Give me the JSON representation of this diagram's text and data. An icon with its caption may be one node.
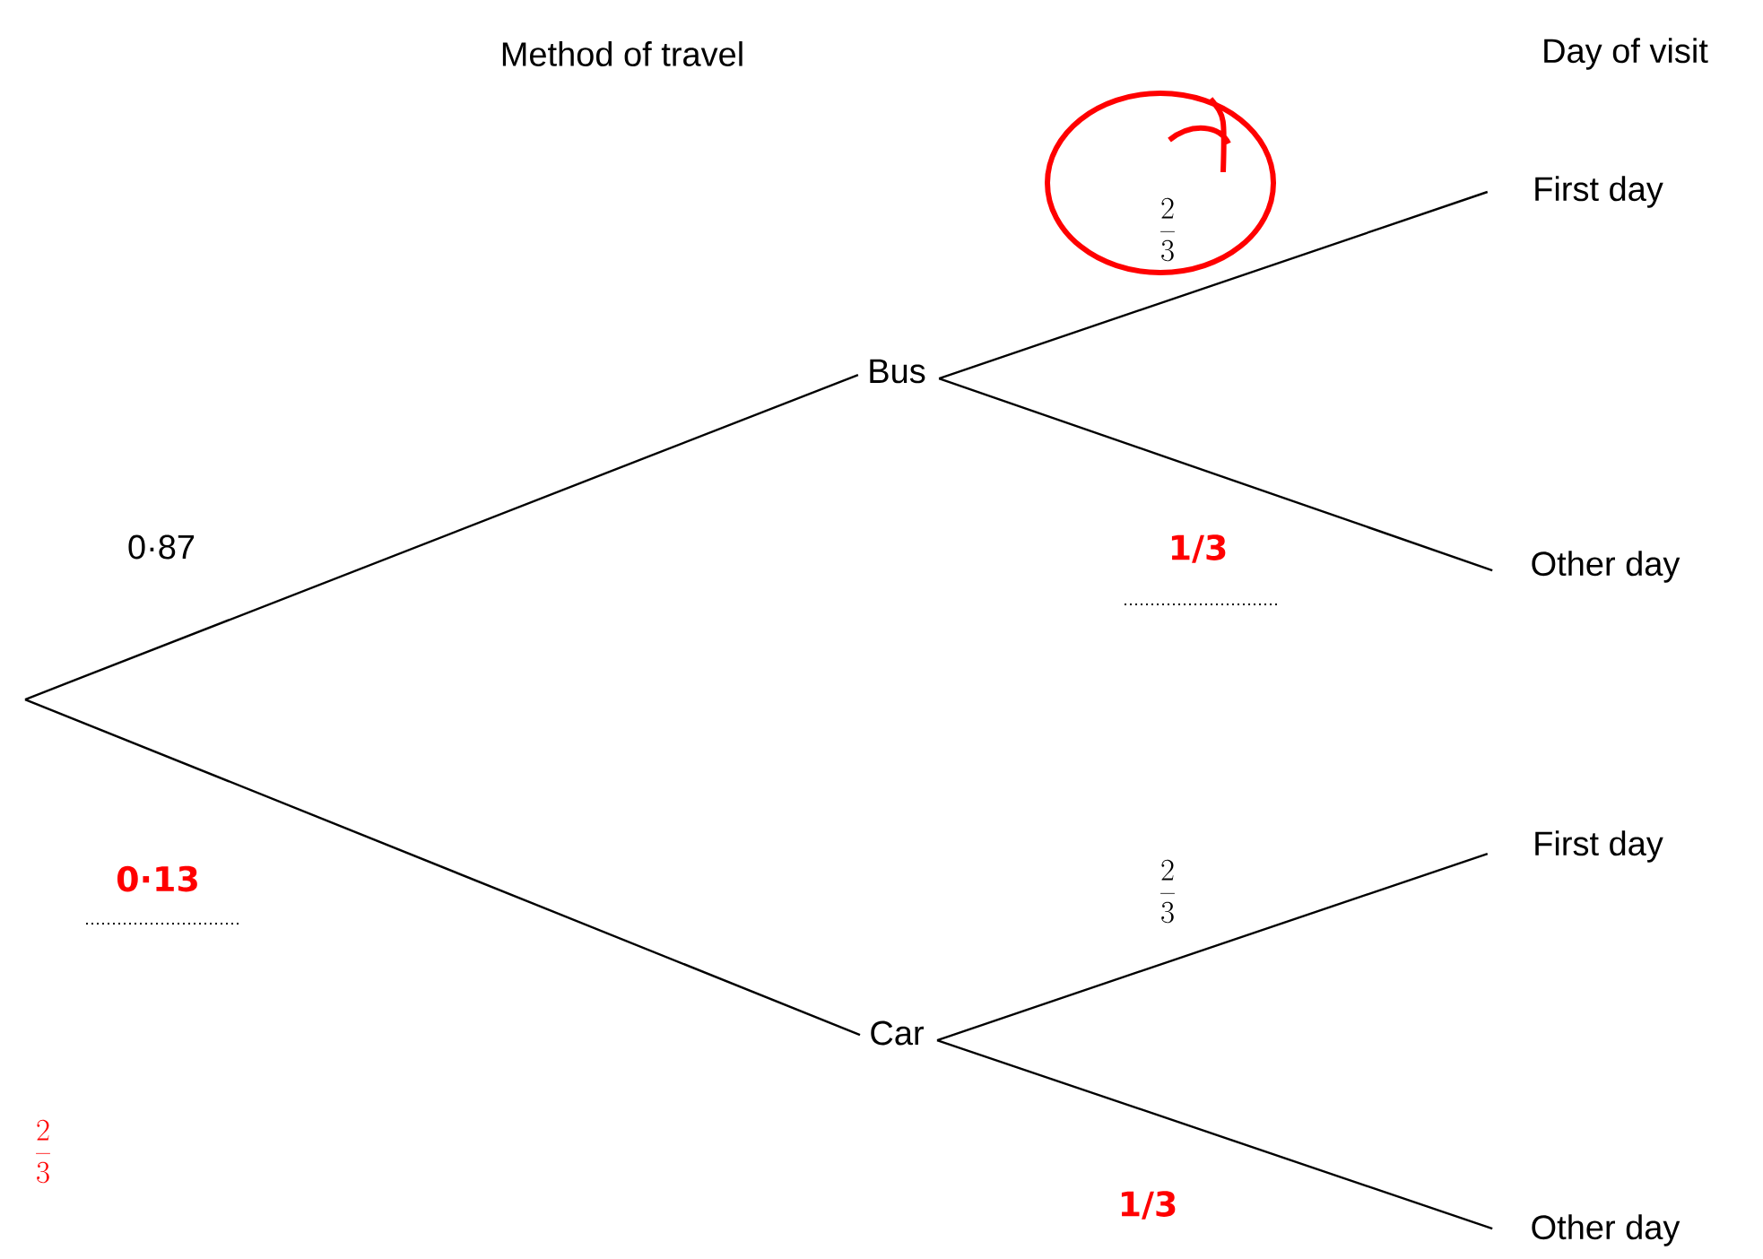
{
  "diagram": {
    "nodes": [
      {
        "text": [
          "Bus"
        ]
      },
      {
        "text": [
          "Car"
        ]
      },
      {
        "text": [
          "First day"
        ]
      },
      {
        "text": [
          "Other day"
        ]
      },
      {
        "text": [
          "First day"
        ]
      },
      {
        "text": [
          "Other day"
        ]
      }
    ],
    "edges": [
      {
        "from": null,
        "to": 0,
        "arrow": "none",
        "label": "0·87"
      },
      {
        "from": null,
        "to": 1,
        "arrow": "none",
        "label": "0·13"
      },
      {
        "from": 0,
        "to": 2,
        "arrow": "none",
        "label": "\\frac{2}{3}"
      },
      {
        "from": 0,
        "to": 3,
        "arrow": "none",
        "label": "1/3"
      },
      {
        "from": 1,
        "to": 4,
        "arrow": "none",
        "label": "\\frac{2}{3}"
      },
      {
        "from": 1,
        "to": 5,
        "arrow": "none",
        "label": "1/3"
      }
    ],
    "labels": [
      "Method of travel",
      "Day of visit",
      "\\frac{2}{3}"
    ]
  }
}
